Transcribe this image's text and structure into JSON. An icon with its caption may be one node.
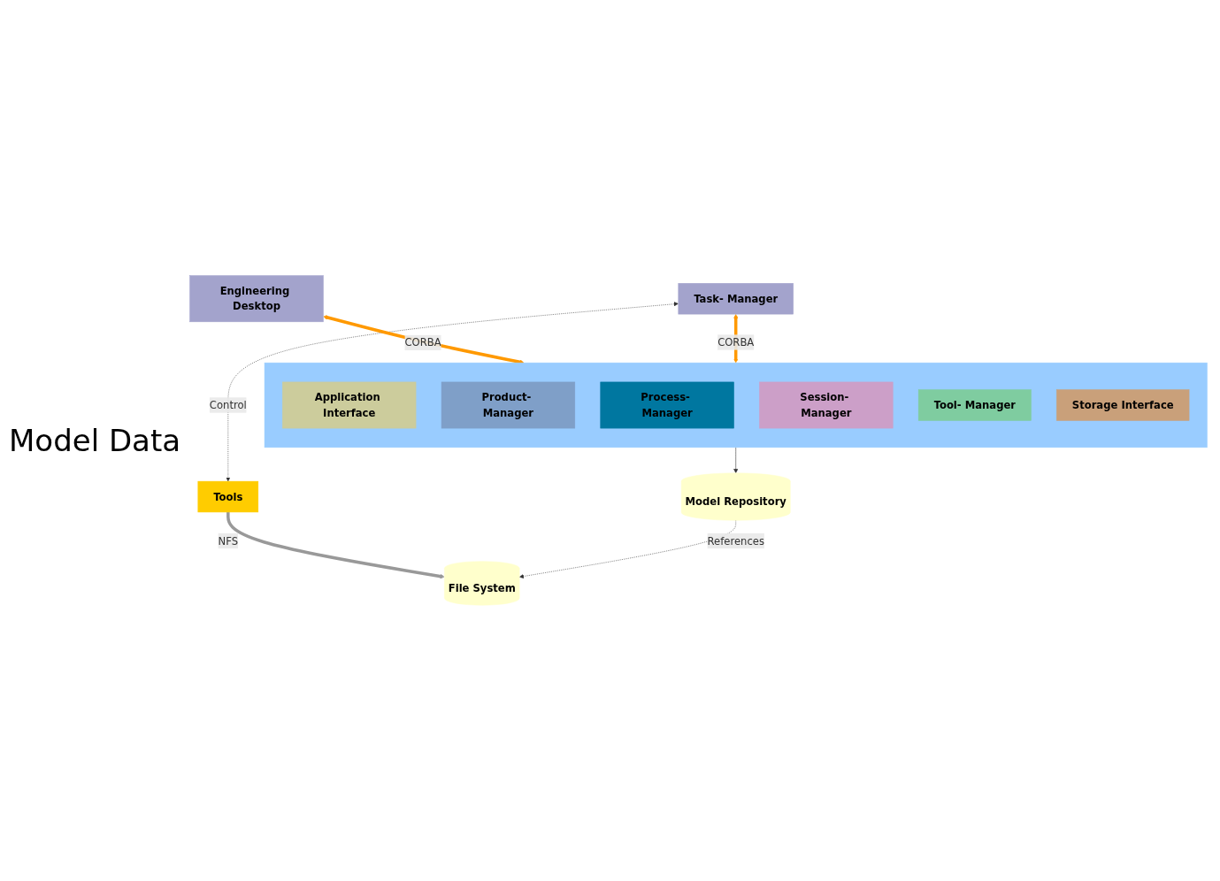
{
  "diagram": {
    "nodes": [
      {
        "text": [
          "Engineering Desktop"
        ]
      },
      {
        "text": [
          "Task- Manager"
        ]
      },
      {
        "text": [
          "Tools"
        ]
      },
      {
        "text": [],
        "shape": "box"
      },
      {
        "text": [
          "Application Interface"
        ],
        "in": 3
      },
      {
        "text": [
          "Product- Manager"
        ],
        "in": 3
      },
      {
        "text": [
          "Process- Manager"
        ],
        "in": 3
      },
      {
        "text": [
          "Session- Manager"
        ],
        "in": 3
      },
      {
        "text": [
          "Tool- Manager"
        ],
        "in": 3
      },
      {
        "text": [
          "Storage Interface"
        ],
        "in": 3
      },
      {
        "text": [
          "Model Repository"
        ]
      },
      {
        "text": [
          "File System"
        ]
      }
    ],
    "edges": [
      {
        "from": 0,
        "to": 3,
        "arrow": "both",
        "label": "CORBA",
        "style": "thick",
        "color": "#ff9900"
      },
      {
        "from": 1,
        "to": 3,
        "arrow": "both",
        "label": "CORBA",
        "style": "thick",
        "color": "#ff9900"
      },
      {
        "from": 1,
        "to": 2,
        "arrow": "both",
        "label": "Control",
        "style": "dashed"
      },
      {
        "from": 2,
        "to": 11,
        "arrow": "to",
        "label": "NFS",
        "style": "thick",
        "color": "#999999"
      },
      {
        "from": 3,
        "to": 10,
        "arrow": "to"
      },
      {
        "from": 10,
        "to": 11,
        "arrow": "to",
        "label": "References",
        "style": "dashed"
      }
    ],
    "labels": [
      "Model Data"
    ]
  }
}
